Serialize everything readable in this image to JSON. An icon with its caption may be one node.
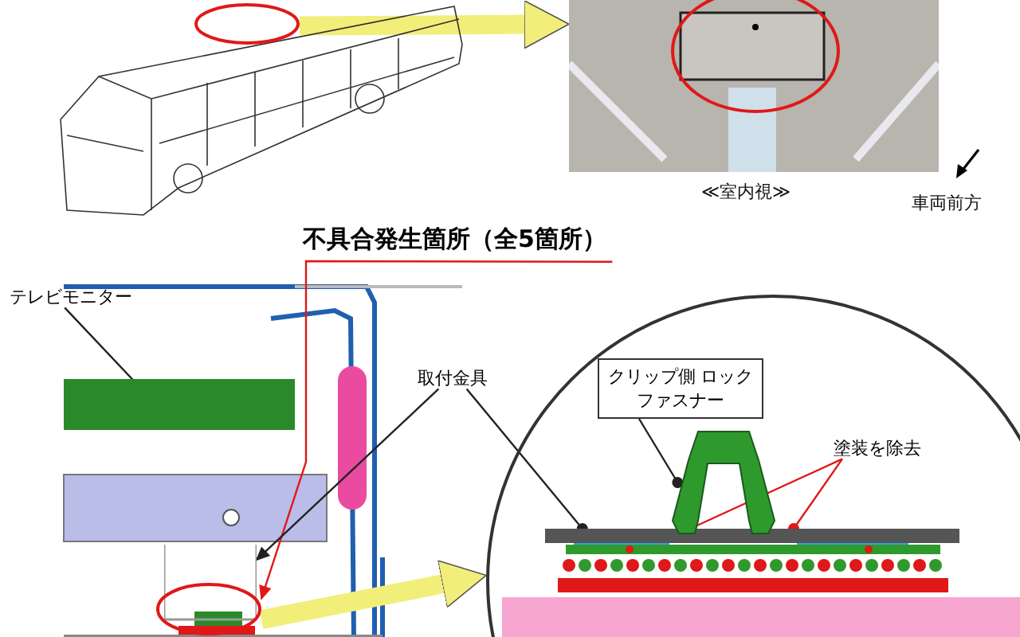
{
  "diagram": {
    "nodes": [
      {
        "text": [],
        "shape": "picture"
      },
      {
        "text": [],
        "shape": "circle",
        "in": 0
      },
      {
        "text": [],
        "shape": "picture",
        "beside": [
          "≪室内視≫"
        ]
      },
      {
        "text": [
          "不具合発生箇所（全5箇所）"
        ]
      },
      {
        "text": [
          "テレビモニター"
        ]
      },
      {
        "text": [],
        "shape": "bar"
      },
      {
        "text": [
          "取付金具"
        ]
      },
      {
        "text": [],
        "shape": "box"
      },
      {
        "text": [],
        "shape": "circle"
      },
      {
        "text": [],
        "shape": "circle"
      },
      {
        "text": [],
        "shape": "bar",
        "in": 9
      },
      {
        "text": [
          "クリップ側 ロックファスナー"
        ],
        "in": 9
      },
      {
        "text": [],
        "shape": "picture",
        "in": 9
      },
      {
        "text": [
          "塗装を除去"
        ],
        "in": 9
      }
    ],
    "edges": [
      {
        "from": 1,
        "to": 2,
        "arrow": "to",
        "style": "thick",
        "color": "#f2ee7a"
      },
      {
        "from": 3,
        "to": 8,
        "arrow": "to",
        "color": "#e01818"
      },
      {
        "from": 4,
        "to": 5,
        "arrow": "other"
      },
      {
        "from": 6,
        "to": 7,
        "arrow": "to"
      },
      {
        "from": 6,
        "to": 10,
        "arrow": "other"
      },
      {
        "from": 11,
        "to": 12,
        "arrow": "other"
      },
      {
        "from": 13,
        "to": 10,
        "arrow": "other",
        "color": "#e01818"
      },
      {
        "from": 13,
        "to": 10,
        "arrow": "other",
        "color": "#e01818"
      },
      {
        "from": 8,
        "to": 9,
        "arrow": "to",
        "style": "thick",
        "color": "#f2ee7a"
      }
    ],
    "labels": [
      "車両前方"
    ]
  }
}
